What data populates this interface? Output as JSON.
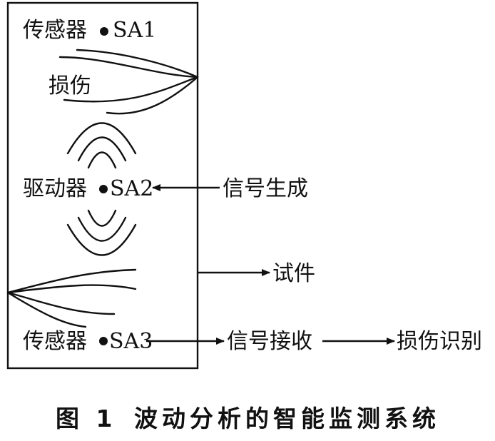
{
  "diagram": {
    "sensor_sa1": "传感器",
    "sensor_sa1_id": "SA1",
    "damage_label": "损伤",
    "actuator": "驱动器",
    "actuator_id": "SA2",
    "signal_generation": "信号生成",
    "specimen": "试件",
    "sensor_sa3": "传感器",
    "sensor_sa3_id": "SA3",
    "signal_receive": "信号接收",
    "damage_identification": "损伤识别"
  },
  "caption": {
    "figure_number": "图 1",
    "title": "波动分析的智能监测系统"
  }
}
